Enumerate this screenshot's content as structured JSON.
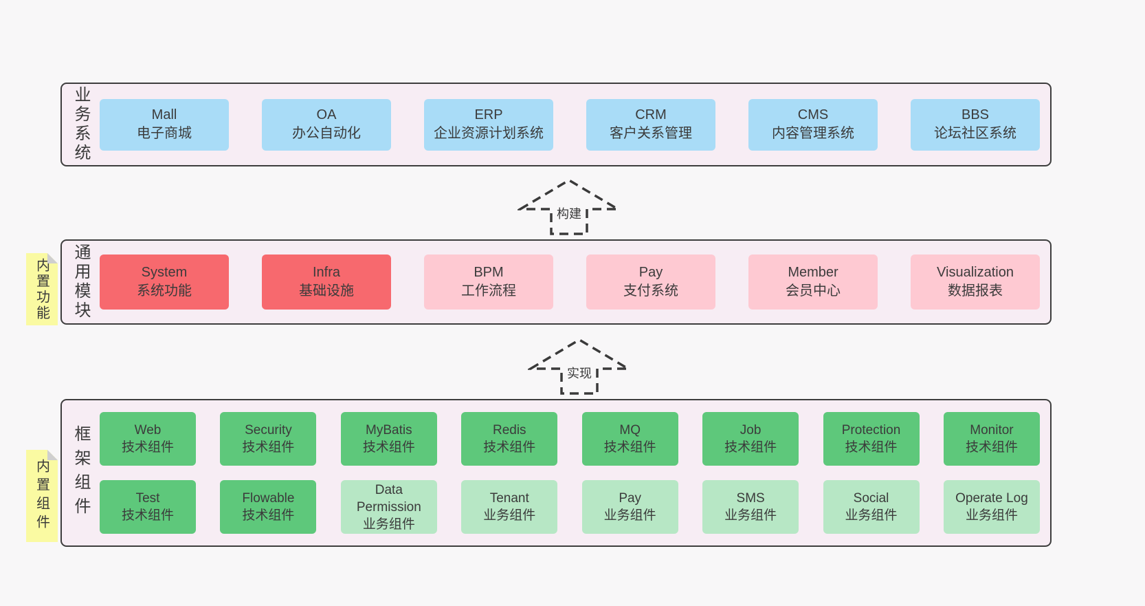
{
  "colors": {
    "page_bg": "#f8f7f8",
    "band_bg": "#f7edf4",
    "band_border": "#3d3d3d",
    "blue": "#a9dcf7",
    "red": "#f7696e",
    "pink": "#fec9d2",
    "green": "#5ec87b",
    "light_green": "#b7e7c5",
    "sticky_yellow": "#fafaa2",
    "sticky_fold": "#cfcfcf",
    "text": "#3b3b3b"
  },
  "arrows": [
    {
      "label": "构建"
    },
    {
      "label": "实现"
    }
  ],
  "bands": [
    {
      "label": "业务系统",
      "boxes": [
        {
          "title": "Mall",
          "subtitle": "电子商城"
        },
        {
          "title": "OA",
          "subtitle": "办公自动化"
        },
        {
          "title": "ERP",
          "subtitle": "企业资源计划系统"
        },
        {
          "title": "CRM",
          "subtitle": "客户关系管理"
        },
        {
          "title": "CMS",
          "subtitle": "内容管理系统"
        },
        {
          "title": "BBS",
          "subtitle": "论坛社区系统"
        }
      ]
    },
    {
      "label": "通用模块",
      "sticky": "内置功能",
      "boxes": [
        {
          "title": "System",
          "subtitle": "系统功能"
        },
        {
          "title": "Infra",
          "subtitle": "基础设施"
        },
        {
          "title": "BPM",
          "subtitle": "工作流程"
        },
        {
          "title": "Pay",
          "subtitle": "支付系统"
        },
        {
          "title": "Member",
          "subtitle": "会员中心"
        },
        {
          "title": "Visualization",
          "subtitle": "数据报表"
        }
      ]
    },
    {
      "label": "框架组件",
      "sticky": "内置组件",
      "rows": [
        [
          {
            "title": "Web",
            "subtitle": "技术组件"
          },
          {
            "title": "Security",
            "subtitle": "技术组件"
          },
          {
            "title": "MyBatis",
            "subtitle": "技术组件"
          },
          {
            "title": "Redis",
            "subtitle": "技术组件"
          },
          {
            "title": "MQ",
            "subtitle": "技术组件"
          },
          {
            "title": "Job",
            "subtitle": "技术组件"
          },
          {
            "title": "Protection",
            "subtitle": "技术组件"
          },
          {
            "title": "Monitor",
            "subtitle": "技术组件"
          }
        ],
        [
          {
            "title": "Test",
            "subtitle": "技术组件"
          },
          {
            "title": "Flowable",
            "subtitle": "技术组件"
          },
          {
            "title": "Data Permission",
            "subtitle": "业务组件"
          },
          {
            "title": "Tenant",
            "subtitle": "业务组件"
          },
          {
            "title": "Pay",
            "subtitle": "业务组件"
          },
          {
            "title": "SMS",
            "subtitle": "业务组件"
          },
          {
            "title": "Social",
            "subtitle": "业务组件"
          },
          {
            "title": "Operate Log",
            "subtitle": "业务组件"
          }
        ]
      ]
    }
  ]
}
